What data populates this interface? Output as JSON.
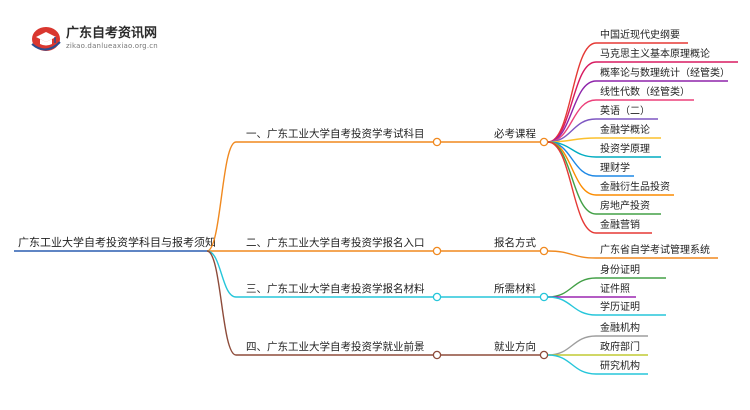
{
  "brand": {
    "name": "广东自考资讯网",
    "url": "zikao.danlueaxiao.org.cn",
    "colors": {
      "logo_red": "#d9372f",
      "logo_blue": "#2b4d8f"
    }
  },
  "mindmap": {
    "root": {
      "label": "广东工业大学自考投资学科目与报考须知",
      "color": "#2a5db0"
    },
    "branches": [
      {
        "label": "一、广东工业大学自考投资学考试科目",
        "color": "#f0891f",
        "child": {
          "label": "必考课程",
          "leaves": [
            {
              "label": "中国近现代史纲要",
              "color": "#e53935"
            },
            {
              "label": "马克思主义基本原理概论",
              "color": "#d81b60"
            },
            {
              "label": "概率论与数理统计（经管类）",
              "color": "#8e24aa"
            },
            {
              "label": "线性代数（经管类）",
              "color": "#ec407a"
            },
            {
              "label": "英语（二）",
              "color": "#7e57c2"
            },
            {
              "label": "金融学概论",
              "color": "#fbc02d"
            },
            {
              "label": "投资学原理",
              "color": "#00acc1"
            },
            {
              "label": "理财学",
              "color": "#1e88e5"
            },
            {
              "label": "金融衍生品投资",
              "color": "#fb8c00"
            },
            {
              "label": "房地产投资",
              "color": "#43a047"
            },
            {
              "label": "金融营销",
              "color": "#e53935"
            }
          ]
        }
      },
      {
        "label": "二、广东工业大学自考投资学报名入口",
        "color": "#f0891f",
        "child": {
          "label": "报名方式",
          "leaves": [
            {
              "label": "广东省自学考试管理系统",
              "color": "#f0891f"
            }
          ]
        }
      },
      {
        "label": "三、广东工业大学自考投资学报名材料",
        "color": "#26c6da",
        "child": {
          "label": "所需材料",
          "leaves": [
            {
              "label": "身份证明",
              "color": "#43a047"
            },
            {
              "label": "证件照",
              "color": "#9c27b0"
            },
            {
              "label": "学历证明",
              "color": "#26c6da"
            }
          ]
        }
      },
      {
        "label": "四、广东工业大学自考投资学就业前景",
        "color": "#8d4b3a",
        "child": {
          "label": "就业方向",
          "leaves": [
            {
              "label": "金融机构",
              "color": "#9e9e9e"
            },
            {
              "label": "政府部门",
              "color": "#c0ca33"
            },
            {
              "label": "研究机构",
              "color": "#26c6da"
            }
          ]
        }
      }
    ]
  }
}
